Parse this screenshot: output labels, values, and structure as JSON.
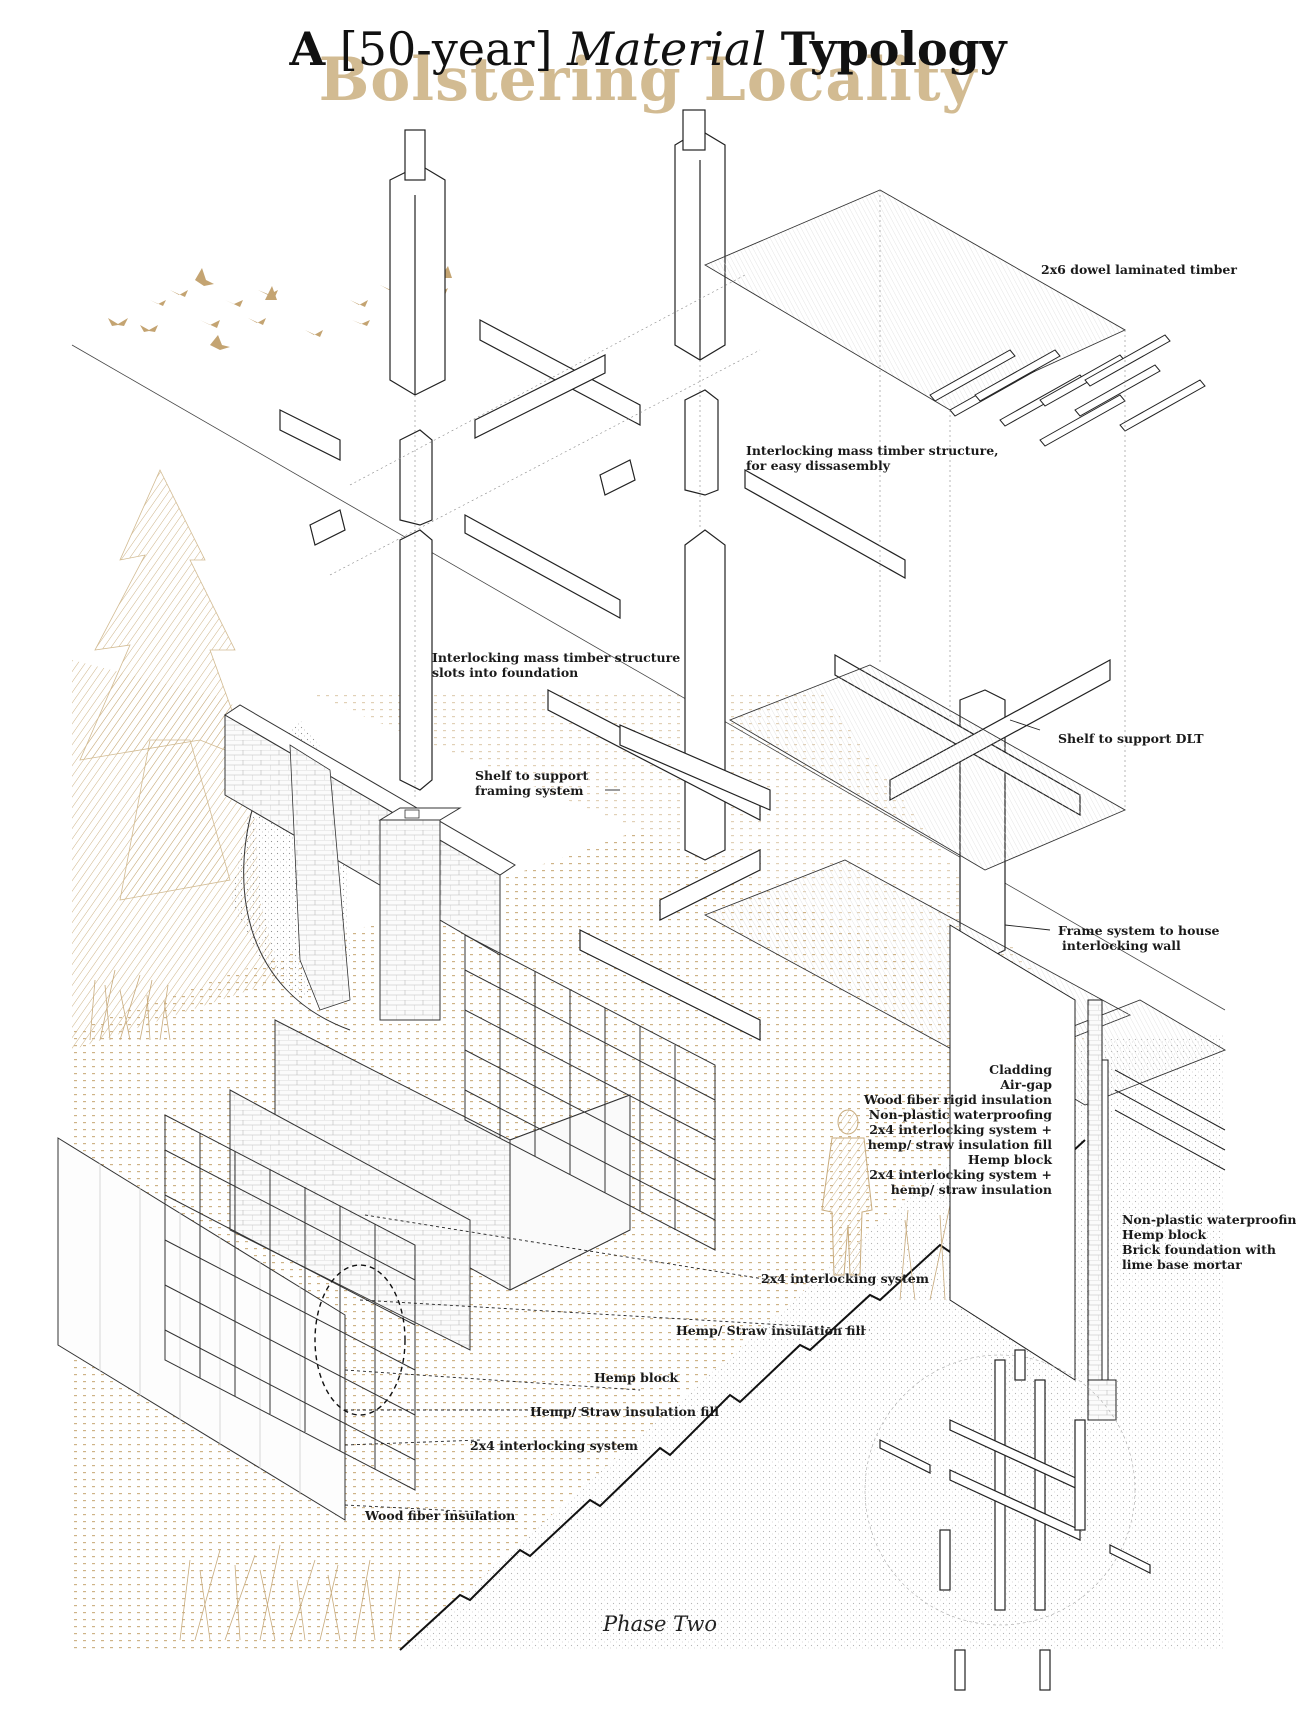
{
  "title": {
    "part_a": "A",
    "part_years": "[50-year]",
    "part_material": "Material",
    "part_typology": "Typology"
  },
  "subtitle": "Bolstering Locality",
  "phase": "Phase Two",
  "colors": {
    "ink": "#1a1a1a",
    "accent_tan": "#c7a878",
    "tan_light": "#e6d6b8"
  },
  "labels": {
    "dlt": "2x6 dowel laminated timber",
    "interlock_struct_1": "Interlocking mass timber structure,",
    "interlock_struct_2": "for easy dissasembly",
    "slots_1": "Interlocking mass timber structure",
    "slots_2": "slots into foundation",
    "shelf_dlt": "Shelf to support DLT",
    "shelf_frame_1": "Shelf to support",
    "shelf_frame_2": "framing system",
    "frame_house_1": "Frame system to house",
    "frame_house_2": "interlocking wall",
    "wall_layers": [
      "Cladding",
      "Air-gap",
      "Wood fiber rigid insulation",
      "Non-plastic waterproofing",
      "2x4 interlocking system +",
      "hemp/ straw insulation fill",
      "Hemp block",
      "2x4 interlocking system +",
      "hemp/ straw insulation"
    ],
    "foundation_layers": [
      "Non-plastic waterproofing",
      "Hemp block",
      "Brick foundation with",
      "lime base mortar"
    ],
    "interlock_system_a": "2x4 interlocking system",
    "hemp_fill_a": "Hemp/ Straw insulation fill",
    "hemp_block": "Hemp block",
    "hemp_fill_b": "Hemp/ Straw insulation fill",
    "interlock_system_b": "2x4 interlocking system",
    "wood_fiber": "Wood fiber insulation"
  }
}
